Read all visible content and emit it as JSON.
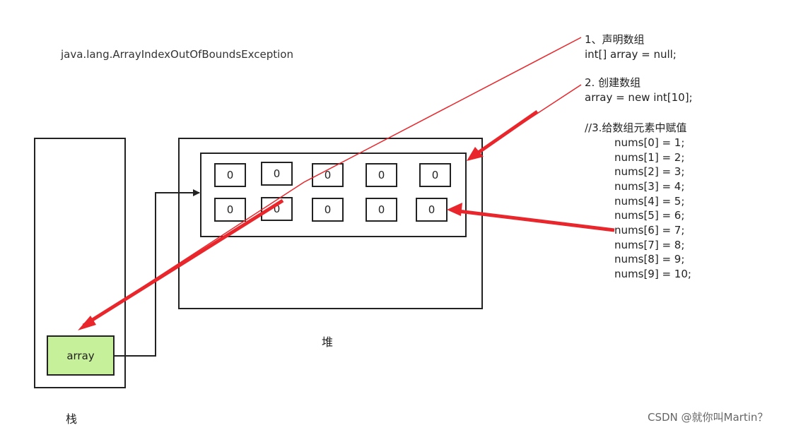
{
  "exception_text": "java.lang.ArrayIndexOutOfBoundsException",
  "stack_label": "栈",
  "heap_label": "堆",
  "variable_label": "array",
  "cells": [
    [
      "0",
      "0",
      "0",
      "0",
      "0"
    ],
    [
      "0",
      "0",
      "0",
      "0",
      "0"
    ]
  ],
  "steps": {
    "declare_title": "1、声明数组",
    "declare_code": "int[] array = null;",
    "create_title": "2. 创建数组",
    "create_code": "array = new int[10];",
    "assign_title": "//3.给数组元素中赋值",
    "assign_lines": [
      "nums[0] = 1;",
      "nums[1] = 2;",
      "nums[2] = 3;",
      "nums[3] = 4;",
      "nums[4] = 5;",
      "nums[5] = 6;",
      "nums[6] = 7;",
      "nums[7] = 8;",
      "nums[8] = 9;",
      "nums[9] = 10;"
    ]
  },
  "watermark": "CSDN @就你叫Martin？",
  "colors": {
    "arrow_red": "#e8262b",
    "variable_fill": "#c7f09a"
  }
}
